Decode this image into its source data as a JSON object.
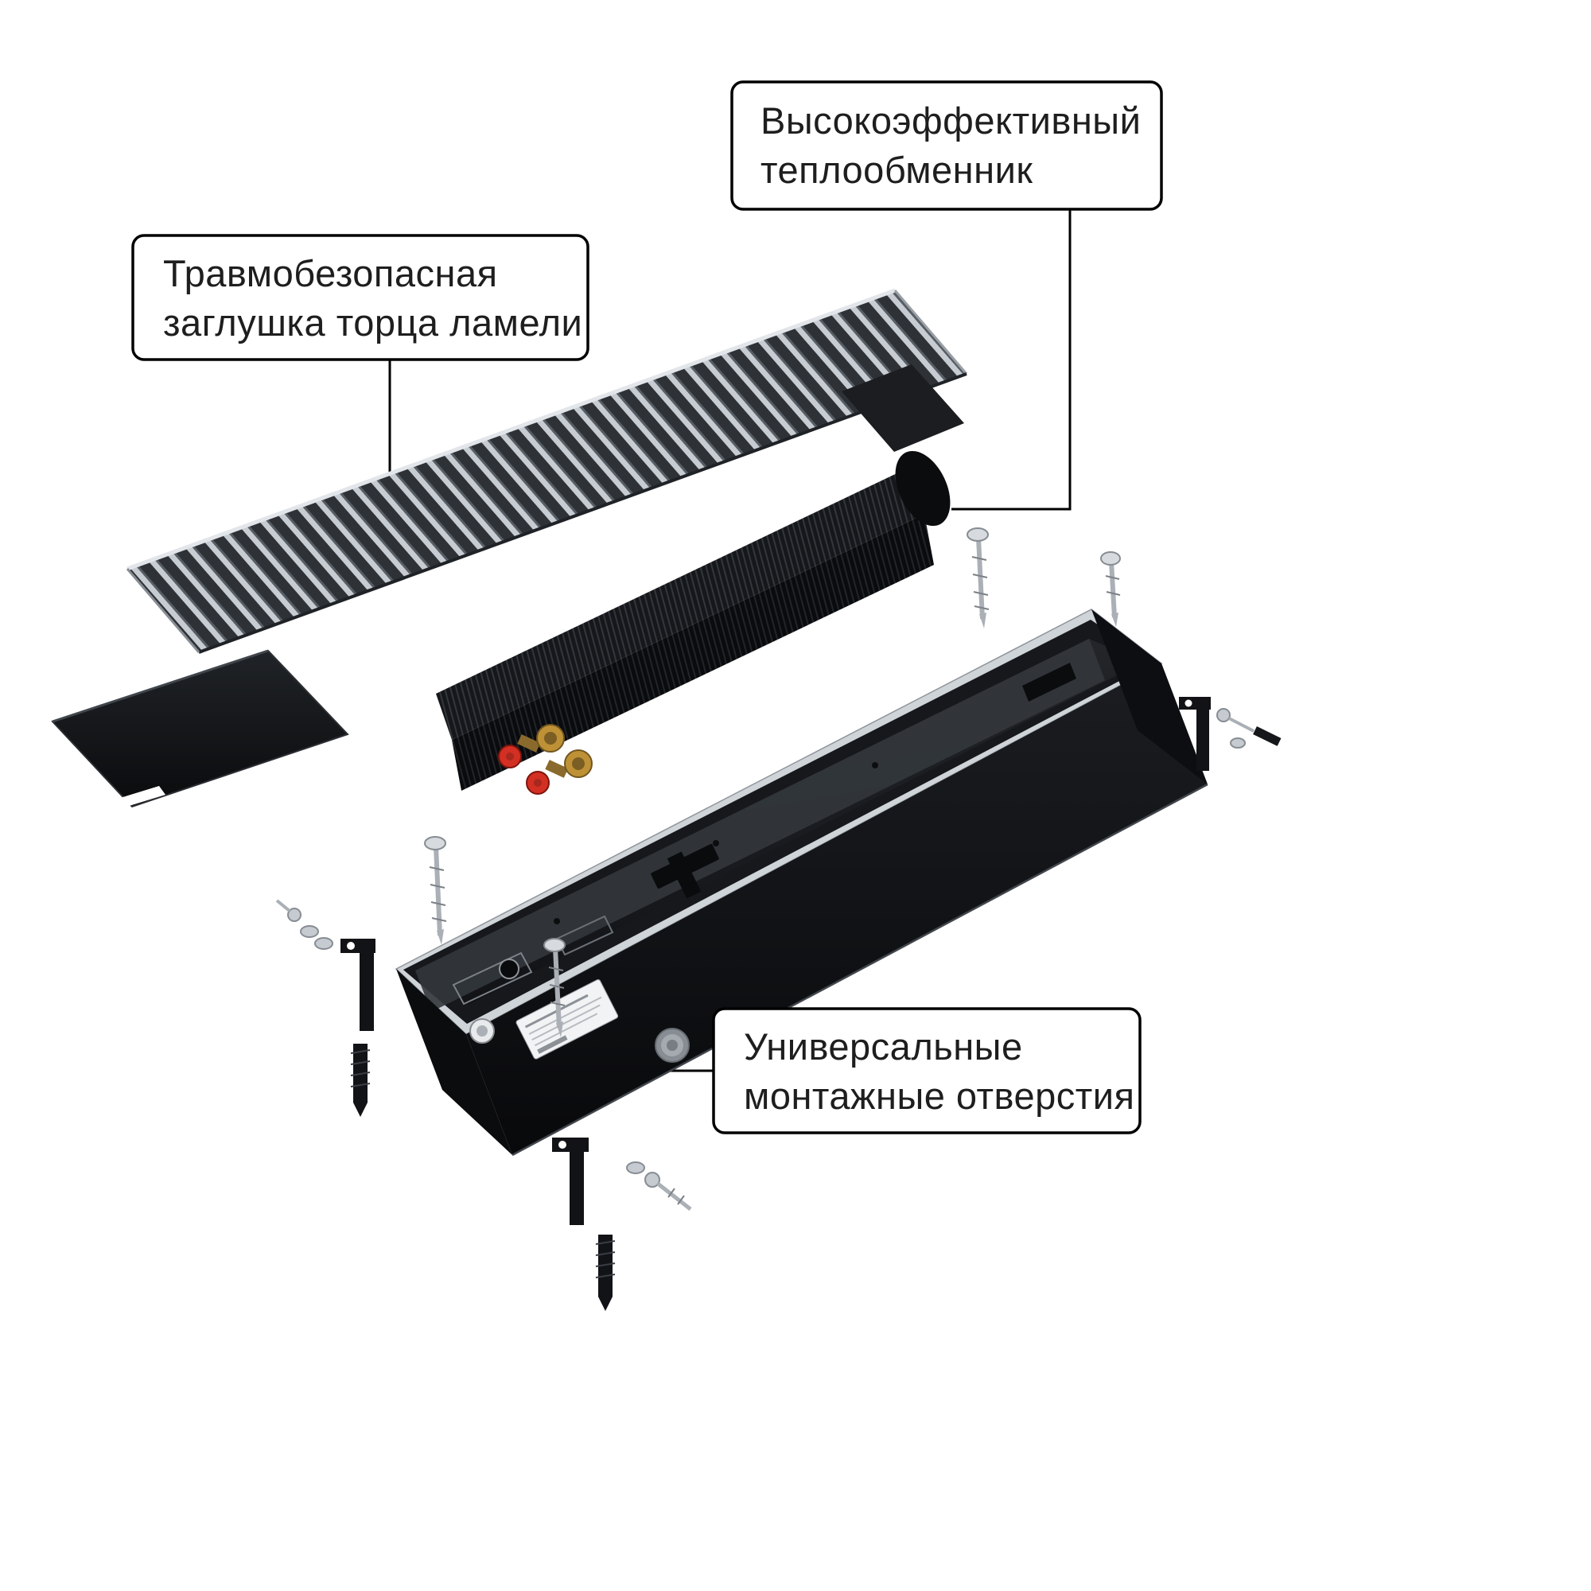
{
  "callouts": {
    "heat_exchanger": {
      "line1": "Высокоэффективный",
      "line2": "теплообменник"
    },
    "lamella_end_cap": {
      "line1": "Травмобезопасная",
      "line2": "заглушка торца ламели"
    },
    "mounting_holes": {
      "line1": "Универсальные",
      "line2": "монтажные отверстия"
    }
  },
  "colors": {
    "outline": "#000000",
    "text": "#1e1e1e",
    "callout_fill": "#ffffff",
    "frame_silver": "#cfd4d9",
    "part_black": "#121316",
    "brass": "#bf9136",
    "cap_red": "#d32f23",
    "steel": "#aab0b6",
    "grille_light": "#c7ccd2",
    "grille_dark": "#2e3236"
  }
}
